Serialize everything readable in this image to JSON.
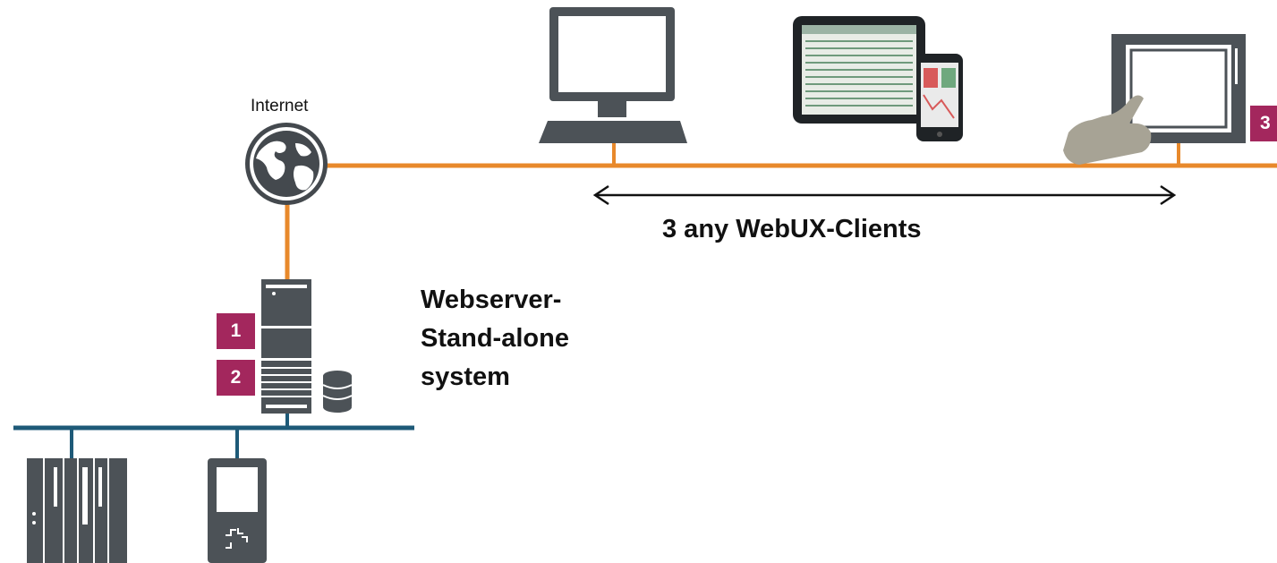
{
  "labels": {
    "internet": "Internet",
    "clients": "3 any  WebUX-Clients",
    "webserver_line1": "Webserver-",
    "webserver_line2": "Stand-alone",
    "webserver_line3": "system"
  },
  "badges": {
    "server_1": "1",
    "server_2": "2",
    "client_3": "3"
  },
  "colors": {
    "internet_line": "#e8892b",
    "plant_bus": "#1e5a78",
    "badge": "#a3275d",
    "device": "#4c5257"
  },
  "icons": [
    "globe-icon",
    "server-tower-icon",
    "database-icon",
    "desktop-monitor-icon",
    "tablet-icon",
    "smartphone-icon",
    "touch-panel-icon",
    "hand-pointer-icon",
    "plc-rack-icon",
    "controller-device-icon"
  ]
}
